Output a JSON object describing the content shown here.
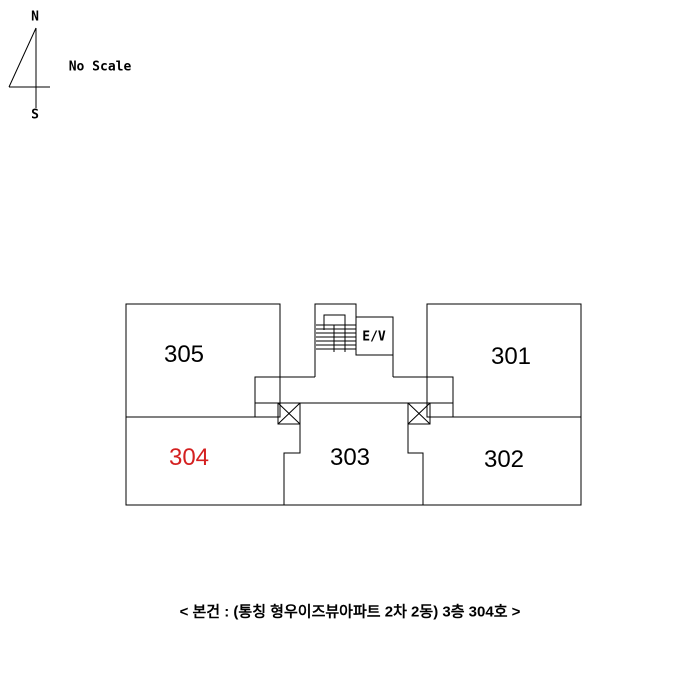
{
  "compass": {
    "north": "N",
    "south": "S",
    "scale_note": "No Scale"
  },
  "rooms": {
    "r305": "305",
    "r301": "301",
    "r304": "304",
    "r303": "303",
    "r302": "302"
  },
  "elevator": "E/V",
  "highlight_color": "#d42020",
  "caption": "< 본건 : (통칭 형우이즈뷰아파트 2차 2동) 3층 304호 >"
}
